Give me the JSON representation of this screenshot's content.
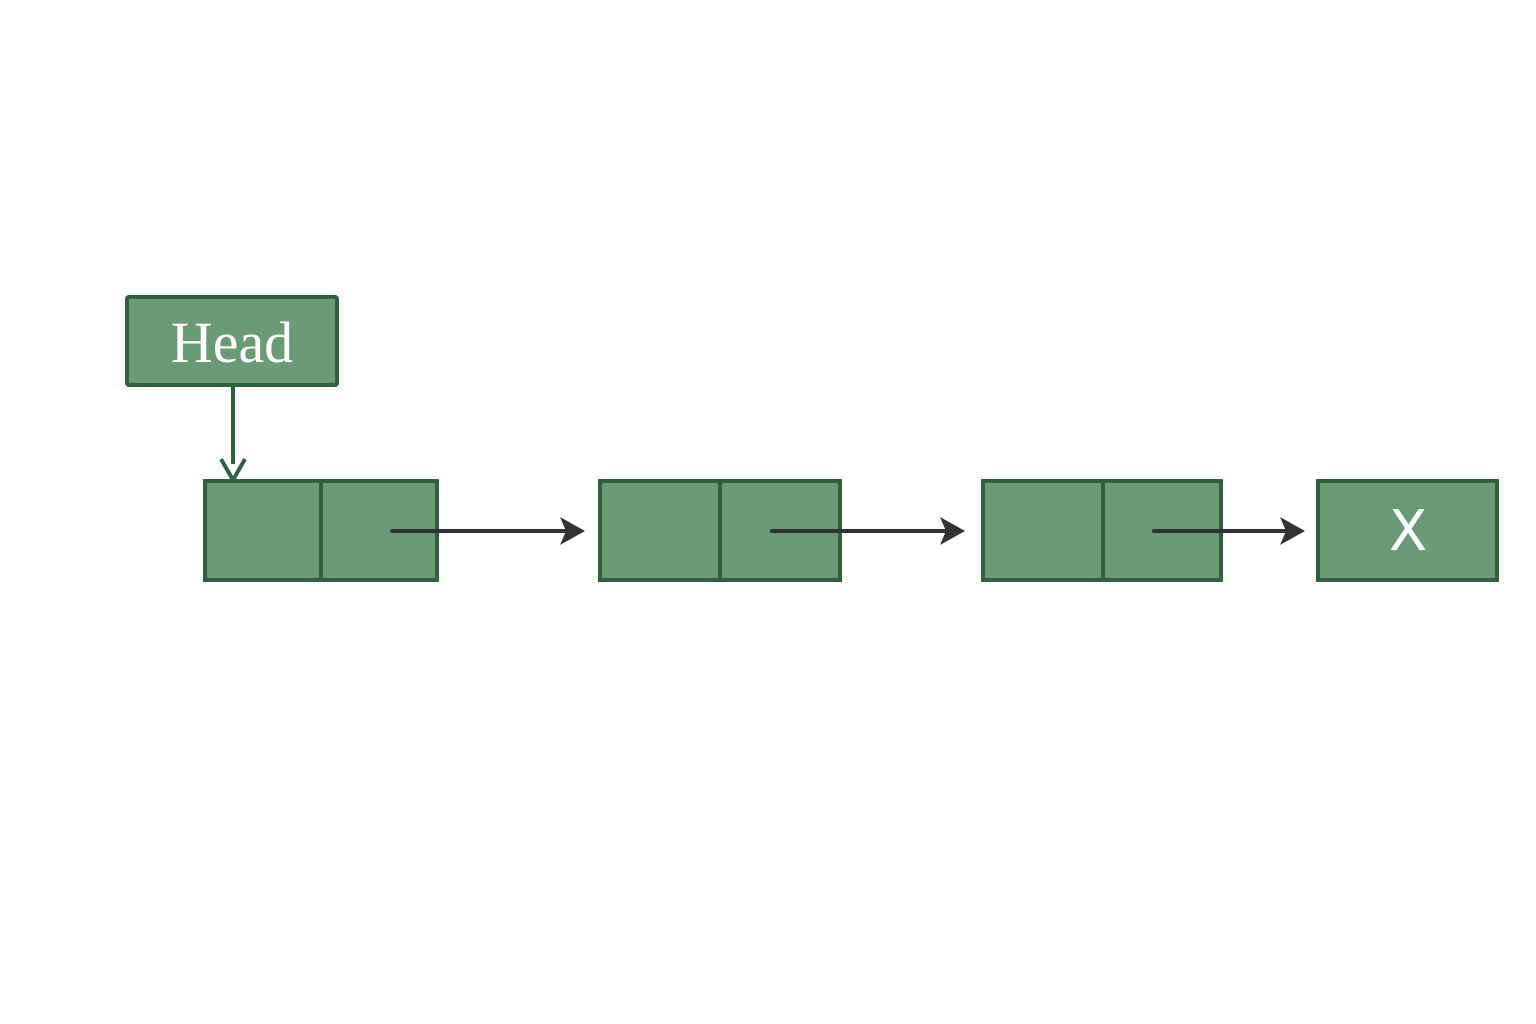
{
  "diagram": {
    "head_label": "Head",
    "null_terminator_label": "X",
    "node_count": 3,
    "colors": {
      "node_fill": "#6b9a76",
      "node_stroke": "#2f6140",
      "head_arrow": "#2f6140",
      "link_arrow": "#333333",
      "text": "#ffffff"
    }
  }
}
